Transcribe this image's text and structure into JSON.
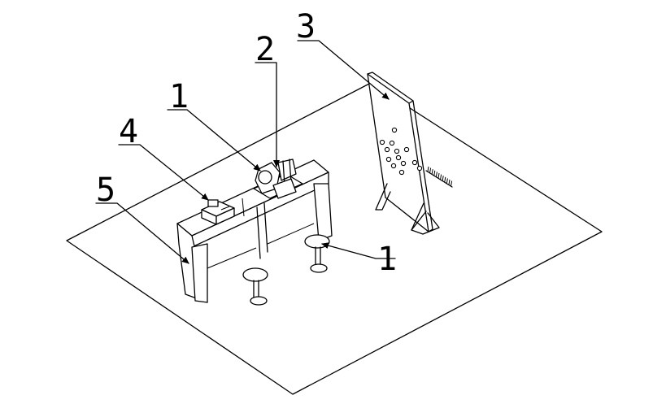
{
  "callouts": {
    "c1_top": "1",
    "c2": "2",
    "c3": "3",
    "c4": "4",
    "c5": "5",
    "c1_right": "1"
  },
  "colors": {
    "line": "#000000",
    "background": "#ffffff"
  },
  "target_board_holes": 13
}
